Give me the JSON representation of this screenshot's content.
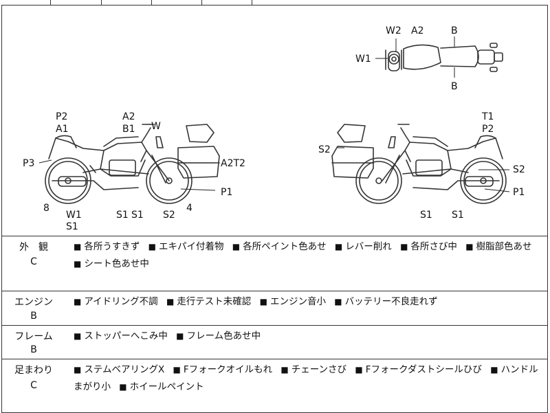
{
  "diagram": {
    "labels": {
      "top_w2": "W2",
      "top_a2": "A2",
      "top_b_top": "B",
      "top_w1": "W1",
      "top_b_bottom": "B",
      "left_p2": "P2",
      "left_a1": "A1",
      "left_a2": "A2",
      "left_b1": "B1",
      "left_w": "W",
      "left_p3": "P3",
      "left_a2t2": "A2T2",
      "left_p1": "P1",
      "left_8": "8",
      "left_4": "4",
      "left_w1": "W1",
      "left_s1_a": "S1",
      "left_s1_b": "S1",
      "left_s1_c": "S1",
      "left_s2": "S2",
      "right_t1": "T1",
      "right_p2": "P2",
      "right_s2_left": "S2",
      "right_s2_right": "S2",
      "right_p1": "P1",
      "right_s1_a": "S1",
      "right_s1_b": "S1"
    }
  },
  "rows": [
    {
      "category": "外　観",
      "grade": "C",
      "items": [
        "各所うすきず",
        "エキパイ付着物",
        "各所ペイント色あせ",
        "レバー削れ",
        "各所さび中",
        "樹脂部色あせ",
        "シート色あせ中"
      ]
    },
    {
      "category": "エンジン",
      "grade": "B",
      "items": [
        "アイドリング不調",
        "走行テスト未確認",
        "エンジン音小",
        "バッテリー不良走れず"
      ]
    },
    {
      "category": "フレーム",
      "grade": "B",
      "items": [
        "ストッパーへこみ中",
        "フレーム色あせ中"
      ]
    },
    {
      "category": "足まわり",
      "grade": "C",
      "items": [
        "ステムベアリングX",
        "Fフォークオイルもれ",
        "チェーンさび",
        "Fフォークダストシールひび",
        "ハンドルまがり小",
        "ホイールペイント"
      ]
    }
  ]
}
